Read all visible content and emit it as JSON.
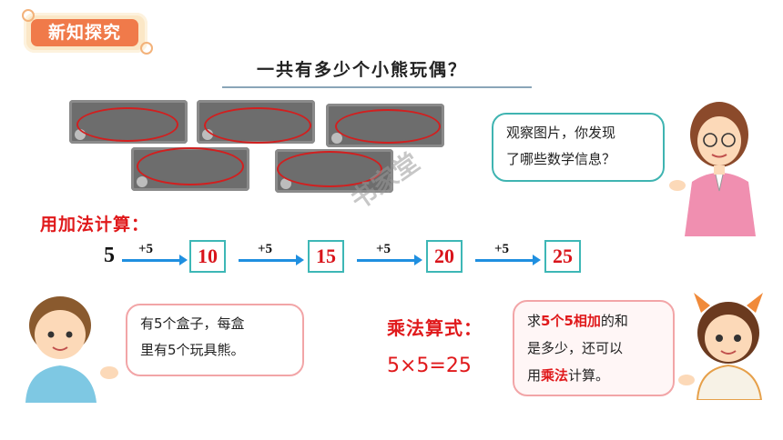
{
  "badge": {
    "label": "新知探究"
  },
  "question": {
    "text": "一共有多少个小熊玩偶？"
  },
  "teacher_bubble": {
    "line1": "观察图片，你发现",
    "line2": "了哪些数学信息？"
  },
  "watermark": {
    "text": "书家堂"
  },
  "addition": {
    "label": "用加法计算：",
    "start": "5",
    "steps": [
      {
        "plus": "+5",
        "result": "10"
      },
      {
        "plus": "+5",
        "result": "15"
      },
      {
        "plus": "+5",
        "result": "20"
      },
      {
        "plus": "+5",
        "result": "25"
      }
    ]
  },
  "boy_bubble": {
    "line1": "有5个盒子，每盒",
    "line2": "里有5个玩具熊。"
  },
  "multiplication": {
    "label": "乘法算式：",
    "equation": "5×5=25"
  },
  "girl_bubble": {
    "l1_a": "求",
    "l1_b": "5个5相加",
    "l1_c": "的和",
    "line2": "是多少，还可以",
    "l3_a": "用",
    "l3_b": "乘法",
    "l3_c": "计算。"
  },
  "colors": {
    "accent_red": "#e0191b",
    "teal": "#3fb4b1",
    "badge_orange": "#f07a4a",
    "arrow_blue": "#1f8fe0"
  }
}
